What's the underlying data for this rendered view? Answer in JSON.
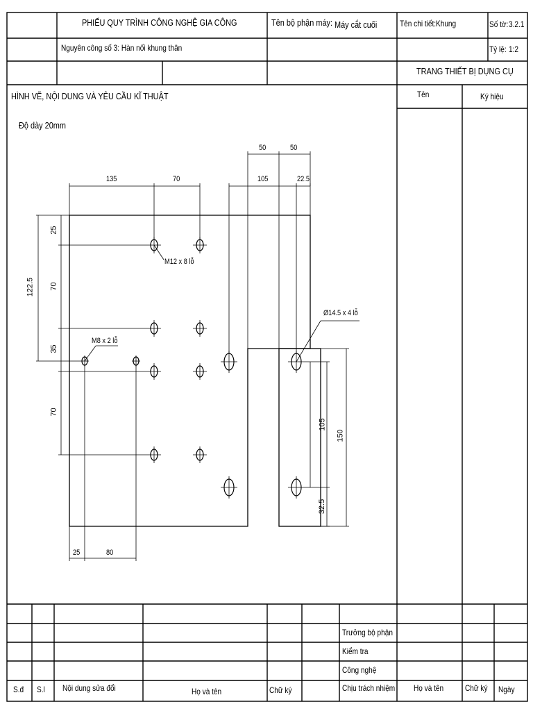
{
  "header": {
    "title": "PHIẾU QUY TRÌNH CÔNG NGHỆ GIA CÔNG",
    "machine_label": "Tên bộ phận máy:",
    "machine_value": "Máy cắt cuối",
    "part_label": "Tên chi tiết:",
    "part_value": "Khung",
    "sheet_label": "Số tờ:",
    "sheet_value": "3.2.1",
    "operation": "Nguyên công số 3: Hàn nối khung thân",
    "scale_label": "Tỷ lệ:",
    "scale_value": "1:2",
    "equipment_title": "TRANG THIẾT BỊ DỤNG CỤ"
  },
  "section": {
    "drawing_title": "HÌNH VẼ, NỘI DUNG VÀ YÊU CẦU KĨ THUẬT",
    "col_name": "Tên",
    "col_symbol": "Ký hiệu",
    "thickness": "Độ dày 20mm"
  },
  "drawing": {
    "dims_top": [
      "50",
      "50",
      "135",
      "70",
      "105",
      "22.5"
    ],
    "dims_left": [
      "25",
      "122.5",
      "70",
      "35",
      "70"
    ],
    "dims_right": [
      "105",
      "150",
      "32.5"
    ],
    "dims_bottom": [
      "25",
      "80"
    ],
    "note_m12": "M12 x 8 lỗ",
    "note_m8": "M8 x 2 lỗ",
    "note_d145": "Ø14.5 x 4 lỗ"
  },
  "footer": {
    "roles": [
      "Trưởng bộ phận",
      "Kiểm tra",
      "Công nghệ",
      "Chịu trách nhiệm"
    ],
    "headers": {
      "sd": "S.đ",
      "sl": "S.l",
      "content": "Nội dung sửa đổi",
      "name": "Họ và tên",
      "sign": "Chữ ký",
      "name2": "Họ và tên",
      "sign2": "Chữ ký",
      "date": "Ngày"
    }
  }
}
